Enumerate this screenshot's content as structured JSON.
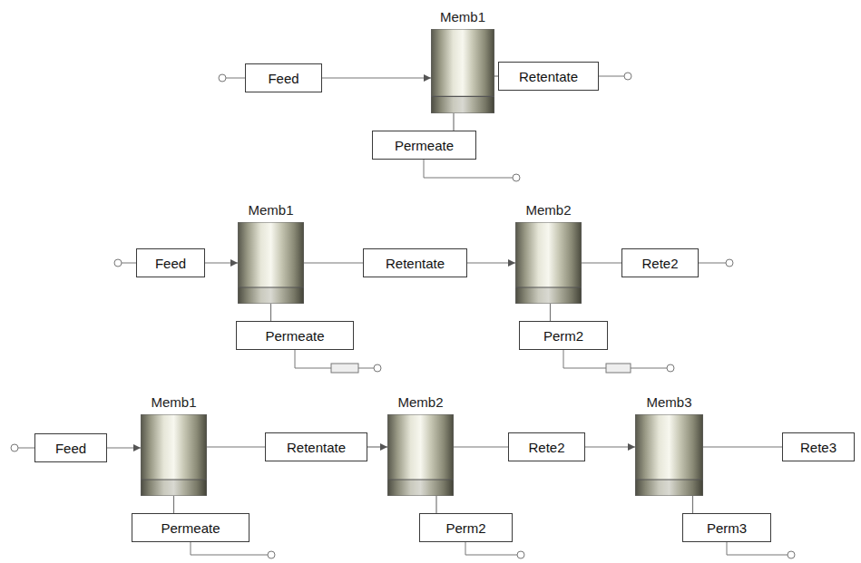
{
  "diagram": {
    "nodes": [
      {
        "text": [
          "Feed"
        ]
      },
      {
        "text": [
          "Memb1"
        ]
      },
      {
        "text": [
          "Retentate"
        ]
      },
      {
        "text": [
          "Permeate"
        ]
      },
      {
        "text": [
          "Feed"
        ]
      },
      {
        "text": [
          "Memb1"
        ]
      },
      {
        "text": [
          "Retentate"
        ]
      },
      {
        "text": [
          "Memb2"
        ]
      },
      {
        "text": [
          "Rete2"
        ]
      },
      {
        "text": [
          "Permeate"
        ]
      },
      {
        "text": [
          "Perm2"
        ]
      },
      {
        "text": [
          "Feed"
        ]
      },
      {
        "text": [
          "Memb1"
        ]
      },
      {
        "text": [
          "Retentate"
        ]
      },
      {
        "text": [
          "Memb2"
        ]
      },
      {
        "text": [
          "Rete2"
        ]
      },
      {
        "text": [
          "Memb3"
        ]
      },
      {
        "text": [
          "Rete3"
        ]
      },
      {
        "text": [
          "Permeate"
        ]
      },
      {
        "text": [
          "Perm2"
        ]
      },
      {
        "text": [
          "Perm3"
        ]
      }
    ],
    "edges": [
      {
        "from": 0,
        "to": 1,
        "arrow": "to"
      },
      {
        "from": 1,
        "to": 2,
        "arrow": "none"
      },
      {
        "from": 1,
        "to": 3,
        "arrow": "none"
      },
      {
        "from": 4,
        "to": 5,
        "arrow": "to"
      },
      {
        "from": 5,
        "to": 6,
        "arrow": "none"
      },
      {
        "from": 6,
        "to": 7,
        "arrow": "to"
      },
      {
        "from": 7,
        "to": 8,
        "arrow": "none"
      },
      {
        "from": 5,
        "to": 9,
        "arrow": "none"
      },
      {
        "from": 7,
        "to": 10,
        "arrow": "none"
      },
      {
        "from": 11,
        "to": 12,
        "arrow": "to"
      },
      {
        "from": 12,
        "to": 13,
        "arrow": "none"
      },
      {
        "from": 13,
        "to": 14,
        "arrow": "to"
      },
      {
        "from": 14,
        "to": 15,
        "arrow": "none"
      },
      {
        "from": 15,
        "to": 16,
        "arrow": "to"
      },
      {
        "from": 16,
        "to": 17,
        "arrow": "none"
      },
      {
        "from": 12,
        "to": 18,
        "arrow": "none"
      },
      {
        "from": 14,
        "to": 19,
        "arrow": "none"
      },
      {
        "from": 16,
        "to": 20,
        "arrow": "none"
      }
    ]
  }
}
